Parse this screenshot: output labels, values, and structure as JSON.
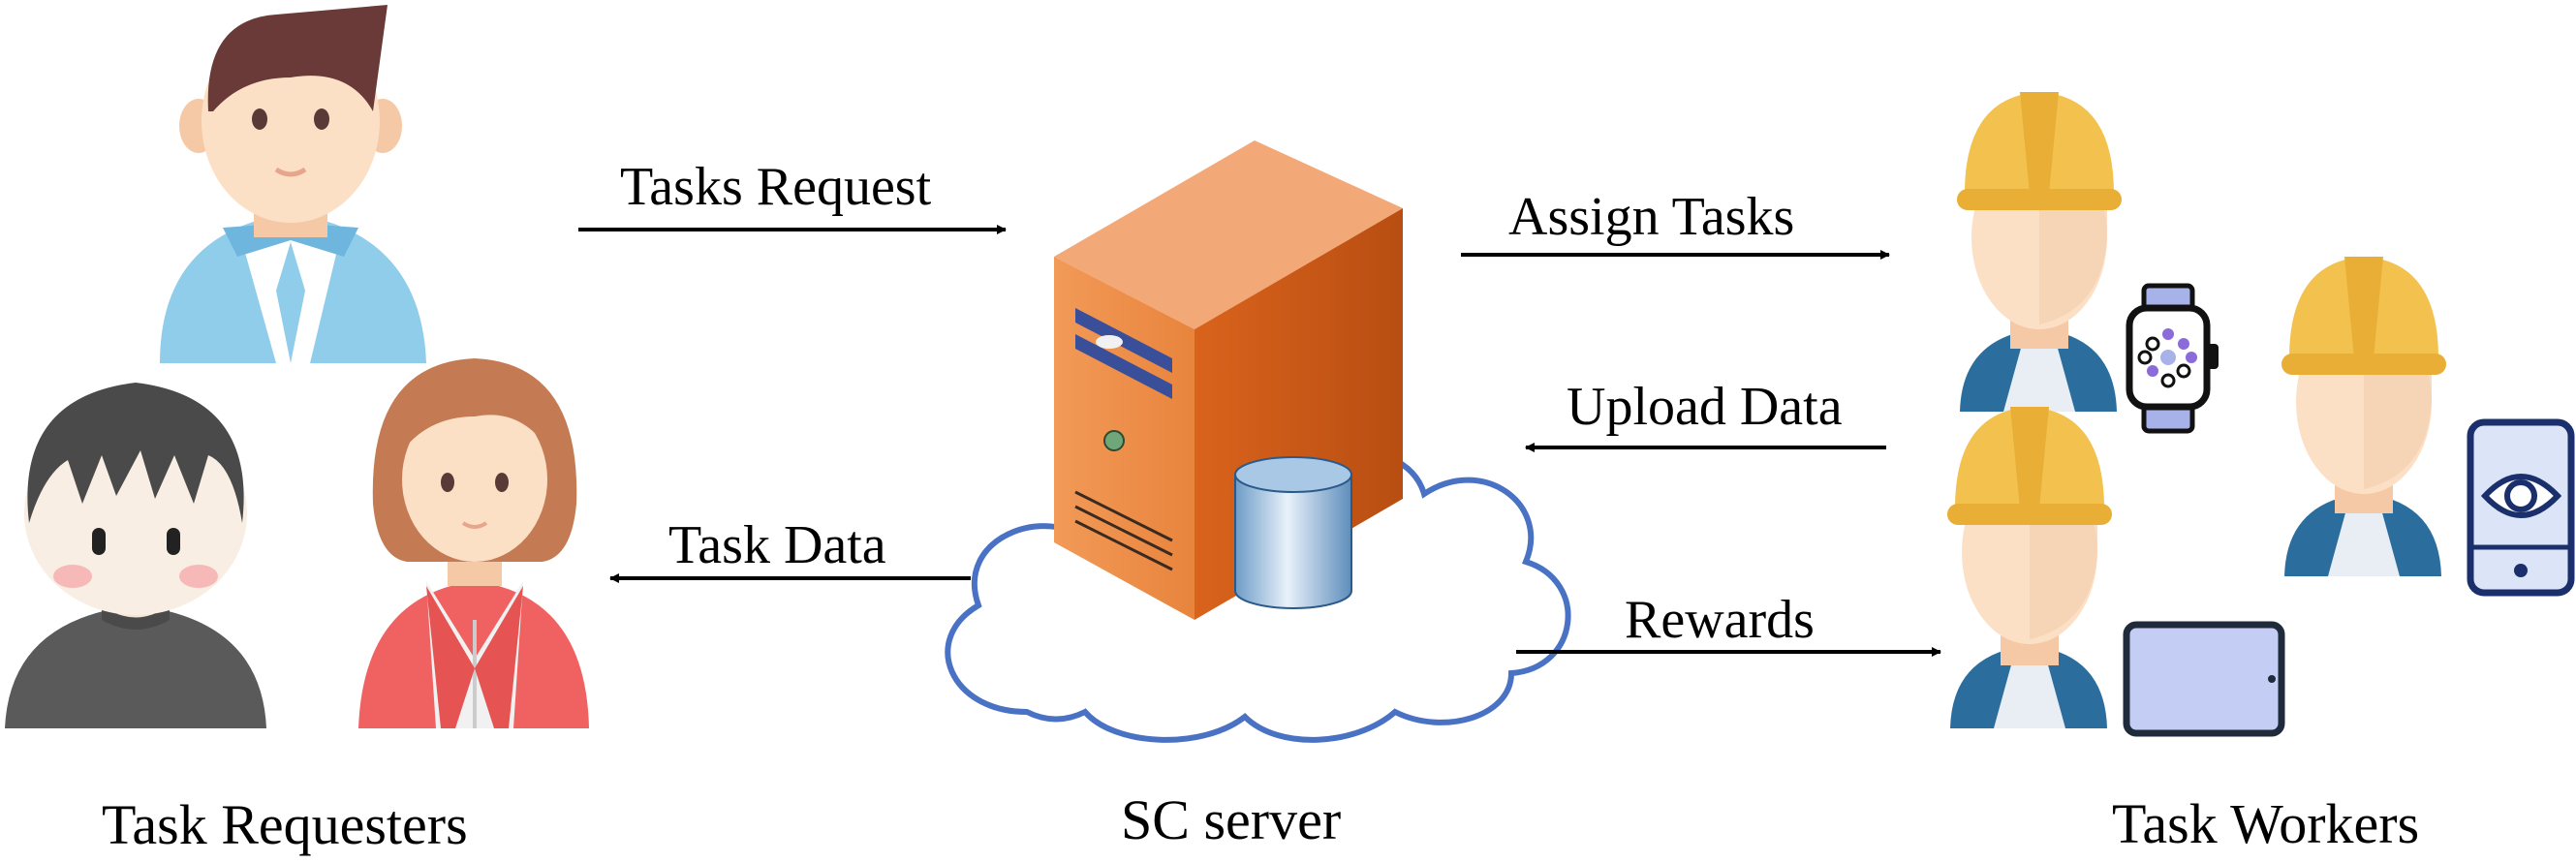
{
  "labels": {
    "tasks_request": "Tasks Request",
    "assign_tasks": "Assign Tasks",
    "upload_data": "Upload Data",
    "task_data": "Task Data",
    "rewards": "Rewards",
    "task_requesters": "Task Requesters",
    "sc_server": "SC server",
    "task_workers": "Task Workers"
  },
  "icons": {
    "requester_man": "man-avatar-icon",
    "requester_boy": "boy-avatar-icon",
    "requester_woman": "woman-avatar-icon",
    "server": "server-tower-icon",
    "database": "database-cylinder-icon",
    "cloud": "cloud-icon",
    "worker": "construction-worker-icon",
    "smartwatch": "smartwatch-icon",
    "phone": "smartphone-eye-icon",
    "tablet": "tablet-icon"
  },
  "colors": {
    "server_orange": "#E8843C",
    "cloud_outline": "#4A72C4",
    "helmet_yellow": "#F2C14E",
    "device_blue": "#1A2F6B"
  }
}
